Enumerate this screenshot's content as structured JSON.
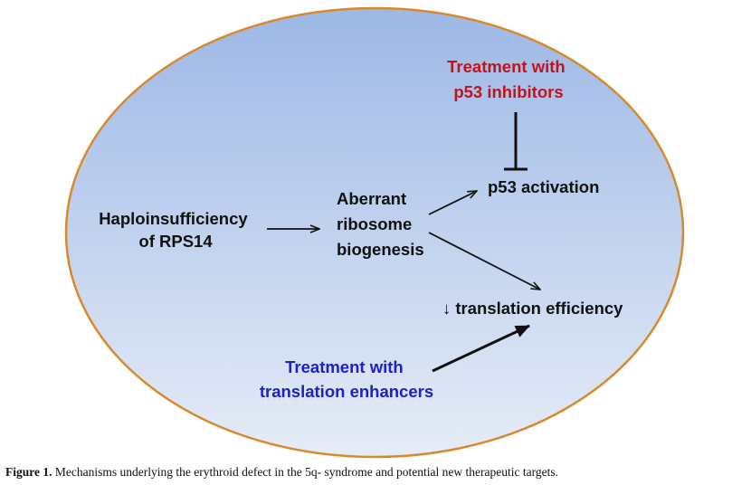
{
  "diagram": {
    "haploinsufficiency": [
      "Haploinsufficiency",
      "of RPS14"
    ],
    "aberrant": [
      "Aberrant",
      "ribosome",
      "biogenesis"
    ],
    "p53_activation": "p53 activation",
    "translation_efficiency": "↓ translation efficiency",
    "p53_inhibitors": [
      "Treatment with",
      "p53 inhibitors"
    ],
    "translation_enhancers": [
      "Treatment with",
      "translation enhancers"
    ]
  },
  "caption": {
    "label": "Figure 1.",
    "text": " Mechanisms underlying the erythroid defect in the 5q- syndrome and potential new therapeutic targets."
  },
  "colors": {
    "ellipse_border": "#d68a2c",
    "gradient_top": "#9db8e6",
    "gradient_bottom": "#e6ecf7",
    "red_text": "#c0141c",
    "blue_text": "#1c22c4"
  }
}
